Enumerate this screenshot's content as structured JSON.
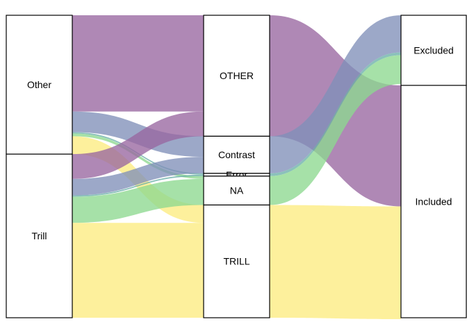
{
  "chart_data": {
    "type": "alluvial",
    "title": "",
    "xlabel": "",
    "ylabel": "",
    "grid": false,
    "legend": "none",
    "axes": [
      {
        "strata": [
          "Other",
          "Trill"
        ],
        "values": [
          101,
          119
        ]
      },
      {
        "strata": [
          "OTHER",
          "Contrast",
          "Error",
          "NA",
          "TRILL"
        ],
        "values": [
          88,
          27,
          2,
          21,
          82
        ]
      },
      {
        "strata": [
          "Excluded",
          "Included"
        ],
        "values": [
          51,
          169
        ]
      }
    ],
    "flow_colors": {
      "OTHER": "#9966a0",
      "Contrast": "#8090b8",
      "Error": "#6ab0a8",
      "NA": "#8dd890",
      "TRILL": "#fcec80"
    },
    "flows12": [
      {
        "from": "Other",
        "to": "OTHER",
        "value": 70,
        "color_key": "OTHER"
      },
      {
        "from": "Other",
        "to": "Contrast",
        "value": 15,
        "color_key": "Contrast"
      },
      {
        "from": "Other",
        "to": "Error",
        "value": 1,
        "color_key": "Error"
      },
      {
        "from": "Other",
        "to": "NA",
        "value": 2,
        "color_key": "NA"
      },
      {
        "from": "Other",
        "to": "TRILL",
        "value": 13,
        "color_key": "TRILL"
      },
      {
        "from": "Trill",
        "to": "OTHER",
        "value": 18,
        "color_key": "OTHER"
      },
      {
        "from": "Trill",
        "to": "Contrast",
        "value": 12,
        "color_key": "Contrast"
      },
      {
        "from": "Trill",
        "to": "Error",
        "value": 1,
        "color_key": "Error"
      },
      {
        "from": "Trill",
        "to": "NA",
        "value": 19,
        "color_key": "NA"
      },
      {
        "from": "Trill",
        "to": "TRILL",
        "value": 69,
        "color_key": "TRILL"
      }
    ],
    "flows23": [
      {
        "from": "OTHER",
        "to": "Excluded",
        "value": 0,
        "color_key": "OTHER"
      },
      {
        "from": "OTHER",
        "to": "Included",
        "value": 88,
        "color_key": "OTHER"
      },
      {
        "from": "Contrast",
        "to": "Excluded",
        "value": 27,
        "color_key": "Contrast"
      },
      {
        "from": "Contrast",
        "to": "Included",
        "value": 0,
        "color_key": "Contrast"
      },
      {
        "from": "Error",
        "to": "Excluded",
        "value": 2,
        "color_key": "Error"
      },
      {
        "from": "Error",
        "to": "Included",
        "value": 0,
        "color_key": "Error"
      },
      {
        "from": "NA",
        "to": "Excluded",
        "value": 21,
        "color_key": "NA"
      },
      {
        "from": "NA",
        "to": "Included",
        "value": 0,
        "color_key": "NA"
      },
      {
        "from": "TRILL",
        "to": "Excluded",
        "value": 0,
        "color_key": "TRILL"
      },
      {
        "from": "TRILL",
        "to": "Included",
        "value": 82,
        "color_key": "TRILL"
      }
    ]
  }
}
